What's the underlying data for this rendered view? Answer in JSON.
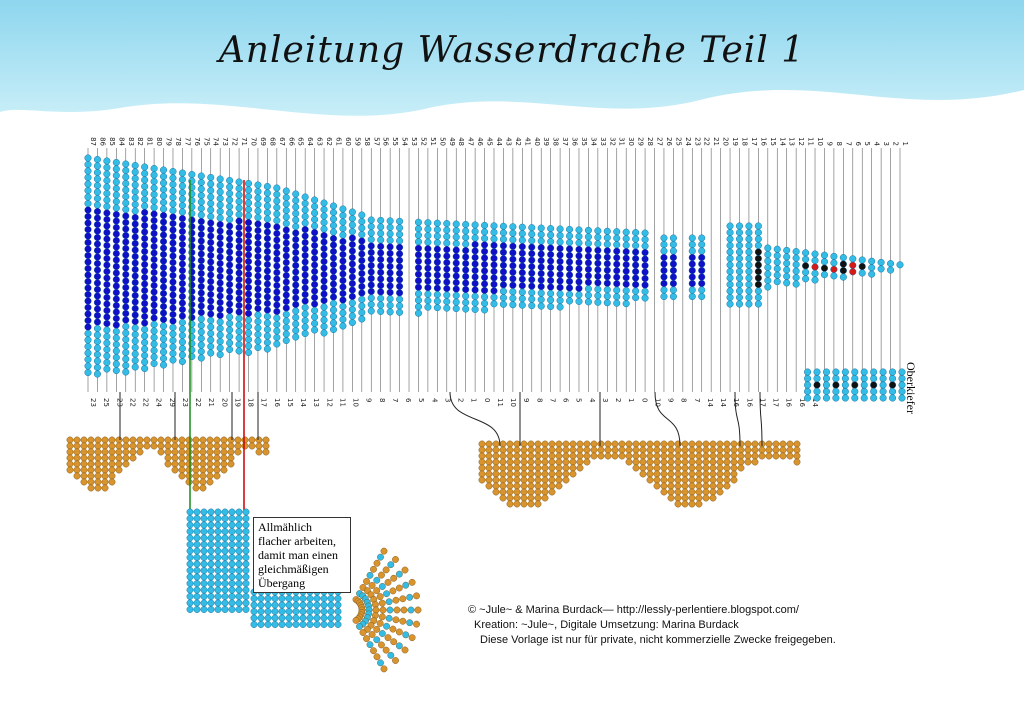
{
  "title": "Anleitung Wasserdrache Teil 1",
  "top_numbers": [
    "87",
    "86",
    "85",
    "84",
    "83",
    "82",
    "81",
    "80",
    "79",
    "78",
    "77",
    "76",
    "75",
    "74",
    "73",
    "72",
    "71",
    "70",
    "69",
    "68",
    "67",
    "66",
    "65",
    "64",
    "63",
    "62",
    "61",
    "60",
    "59",
    "58",
    "57",
    "56",
    "55",
    "54",
    "53",
    "52",
    "51",
    "50",
    "49",
    "48",
    "47",
    "46",
    "45",
    "44",
    "43",
    "42",
    "41",
    "40",
    "39",
    "38",
    "37",
    "36",
    "35",
    "34",
    "33",
    "32",
    "31",
    "30",
    "29",
    "28",
    "27",
    "26",
    "25",
    "24",
    "23",
    "22",
    "21",
    "20",
    "19",
    "18",
    "17",
    "16",
    "15",
    "14",
    "13",
    "12",
    "11",
    "10",
    "9",
    "8",
    "7",
    "6",
    "5",
    "4",
    "3",
    "2",
    "1"
  ],
  "bottom_numbers": [
    "23",
    "25",
    "23",
    "22",
    "22",
    "24",
    "29",
    "23",
    "22",
    "21",
    "20",
    "19",
    "18",
    "17",
    "16",
    "15",
    "14",
    "13",
    "12",
    "11",
    "10",
    "9",
    "8",
    "7",
    "6",
    "5",
    "4",
    "3",
    "2",
    "1",
    "0",
    "11",
    "10",
    "9",
    "8",
    "7",
    "6",
    "5",
    "4",
    "3",
    "2",
    "1",
    "0",
    "10",
    "9",
    "8",
    "7",
    "14",
    "14",
    "16",
    "16",
    "17",
    "17",
    "16",
    "16",
    "14"
  ],
  "side_label": "Oberkiefer",
  "note": "Allmählich flacher arbeiten, damit man einen gleichmäßigen Übergang",
  "credits": {
    "line1": "© ~Jule~ & Marina Burdack— http://lessly-perlentiere.blogspot.com/",
    "line2": "Kreation: ~Jule~, Digitale Umsetzung: Marina Burdack",
    "line3": "Diese Vorlage ist nur für private, nicht kommerzielle Zwecke freigegeben."
  },
  "colors": {
    "water_light": "#bfe9f6",
    "water_dark": "#5cc0e0",
    "bead_light": "#33bde6",
    "bead_dark": "#1010c8",
    "bead_brown": "#d9942e",
    "bead_red": "#d61a1a",
    "bead_black": "#111111",
    "line_red": "#cc0000",
    "line_green": "#1a8c1a"
  }
}
